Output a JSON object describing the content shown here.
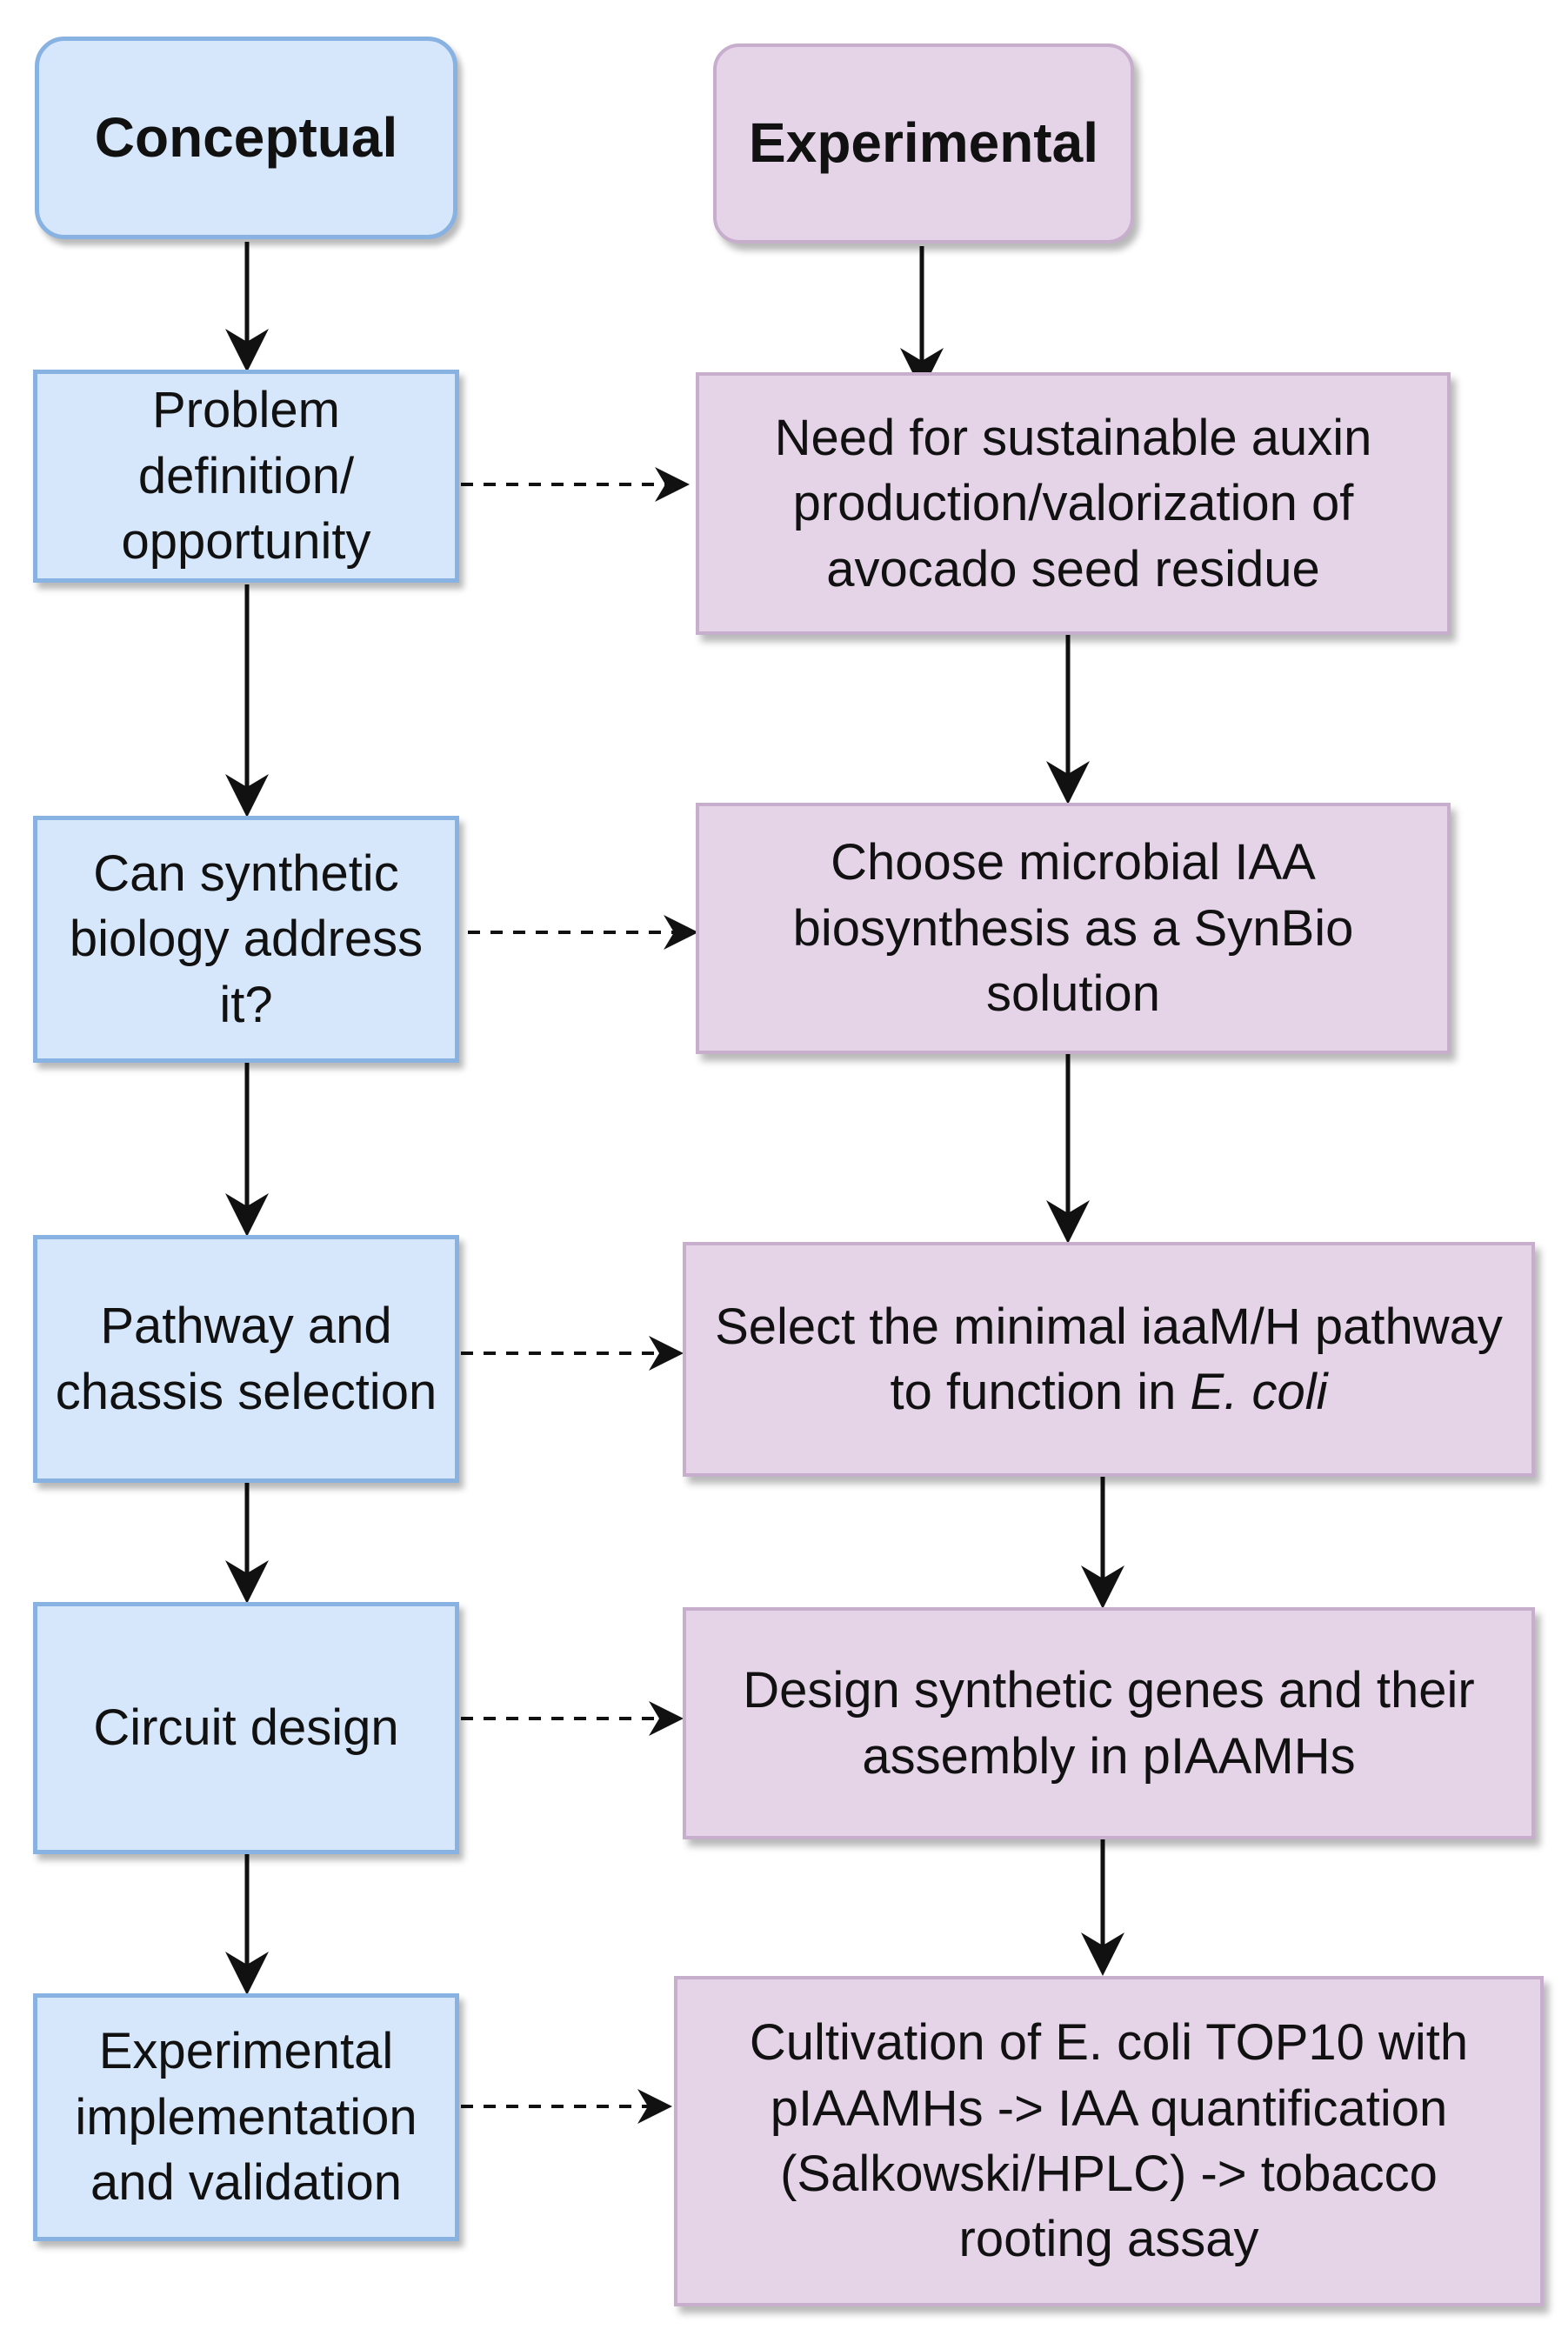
{
  "conceptual": {
    "header": "Conceptual",
    "steps": [
      "Problem definition/ opportunity",
      "Can synthetic biology address it?",
      "Pathway and chassis selection",
      "Circuit design",
      "Experimental implementation and validation"
    ]
  },
  "experimental": {
    "header": "Experimental",
    "steps": [
      "Need for sustainable auxin production/valorization of avocado seed residue",
      "Choose microbial IAA biosynthesis as a SynBio solution",
      {
        "text": "Select the minimal iaaM/H pathway to function in",
        "italic": "E. coli"
      },
      "Design synthetic genes and their assembly in pIAAMHs",
      "Cultivation of E. coli TOP10 with pIAAMHs -> IAA quantification (Salkowski/HPLC) -> tobacco rooting assay"
    ]
  },
  "colors": {
    "conceptual_fill": "#d6e7fb",
    "conceptual_border": "#88b2e2",
    "experimental_fill": "#e5d3e8",
    "experimental_border": "#c7aecc",
    "arrow": "#111111"
  }
}
